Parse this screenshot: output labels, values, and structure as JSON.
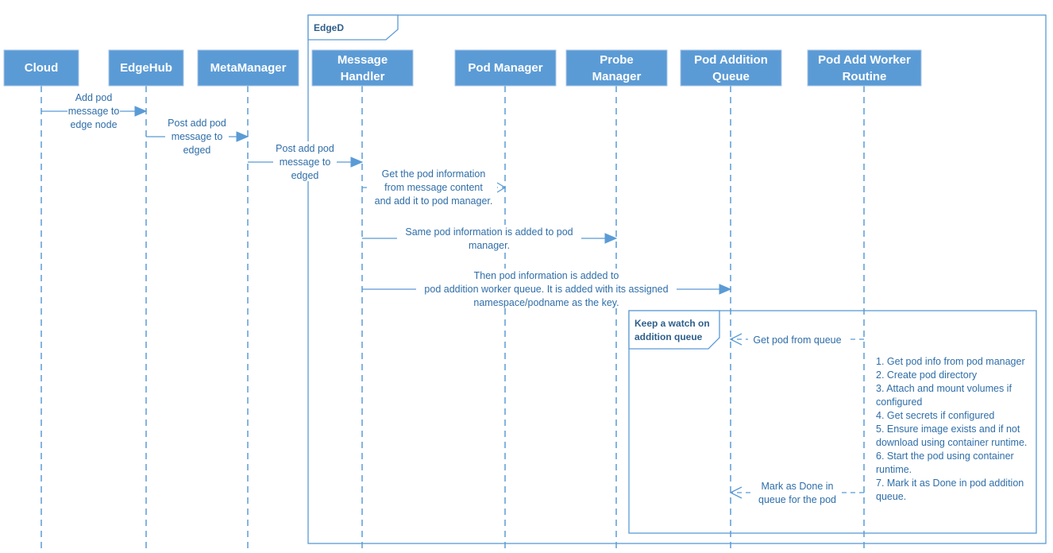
{
  "diagram": {
    "frames": [
      {
        "id": "edged",
        "label": "EdgeD"
      },
      {
        "id": "watch",
        "label_lines": [
          "Keep a watch on",
          "addition queue"
        ]
      }
    ],
    "actors": [
      {
        "id": "cloud",
        "lines": [
          "Cloud"
        ]
      },
      {
        "id": "edgehub",
        "lines": [
          "EdgeHub"
        ]
      },
      {
        "id": "metamanager",
        "lines": [
          "MetaManager"
        ]
      },
      {
        "id": "messagehandler",
        "lines": [
          "Message",
          "Handler"
        ]
      },
      {
        "id": "podmanager",
        "lines": [
          "Pod Manager"
        ]
      },
      {
        "id": "probemanager",
        "lines": [
          "Probe",
          "Manager"
        ]
      },
      {
        "id": "podadditionqueue",
        "lines": [
          "Pod Addition",
          "Queue"
        ]
      },
      {
        "id": "podaddworker",
        "lines": [
          "Pod Add Worker",
          "Routine"
        ]
      }
    ],
    "messages": [
      {
        "id": "m1",
        "from": "cloud",
        "to": "edgehub",
        "style": "solid",
        "lines": [
          "Add pod",
          "message to",
          "edge node"
        ]
      },
      {
        "id": "m2",
        "from": "edgehub",
        "to": "metamanager",
        "style": "solid",
        "lines": [
          "Post add pod",
          "message to",
          "edged"
        ]
      },
      {
        "id": "m3",
        "from": "metamanager",
        "to": "messagehandler",
        "style": "solid",
        "lines": [
          "Post add pod",
          "message to",
          "edged"
        ]
      },
      {
        "id": "m4",
        "from": "messagehandler",
        "to": "podmanager",
        "style": "dashed-open",
        "lines": [
          "Get the pod information",
          "from message content",
          "and add it to pod manager."
        ]
      },
      {
        "id": "m5",
        "from": "messagehandler",
        "to": "probemanager",
        "style": "solid",
        "lines": [
          "Same pod information is added to pod",
          "manager."
        ]
      },
      {
        "id": "m6",
        "from": "messagehandler",
        "to": "podadditionqueue",
        "style": "solid",
        "lines": [
          "Then pod information is added to",
          "pod addition worker queue. It is added with its assigned",
          "namespace/podname as the key."
        ]
      },
      {
        "id": "m7",
        "from": "podaddworker",
        "to": "podadditionqueue",
        "style": "dashed-open",
        "lines": [
          "Get pod from queue"
        ]
      },
      {
        "id": "m8",
        "from": "podaddworker",
        "to": "podadditionqueue",
        "style": "dashed-open",
        "lines": [
          "Mark as Done in",
          "queue for the pod"
        ]
      }
    ],
    "worker_steps": [
      "1. Get pod info from pod manager",
      "2. Create pod directory",
      "3. Attach and mount volumes if",
      "configured",
      "4. Get secrets if configured",
      "5. Ensure image exists and if not",
      "download using container runtime.",
      "6. Start the pod using container",
      "runtime.",
      "7. Mark it as Done in pod addition",
      "queue."
    ],
    "colors": {
      "accent": "#5b9bd5",
      "text": "#2f6ea8",
      "actor_text": "#ffffff"
    }
  }
}
